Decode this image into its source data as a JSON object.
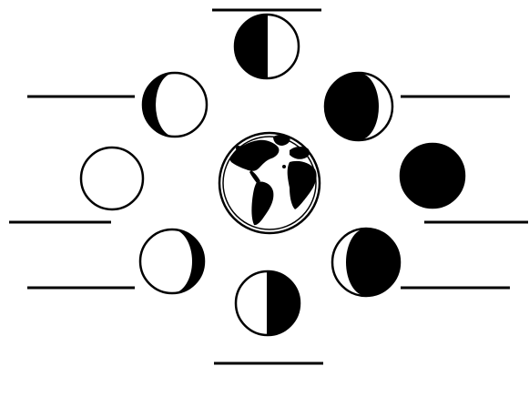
{
  "diagram": {
    "center": "earth",
    "ink_color": "#000000",
    "paper_color": "#ffffff",
    "answer_blanks": 8,
    "labels": [
      "",
      "",
      "",
      "",
      "",
      "",
      "",
      ""
    ],
    "phases": [
      {
        "id": "top",
        "lit_side": "right",
        "lit_fraction": 0.5
      },
      {
        "id": "upper-left",
        "lit_side": "right",
        "lit_fraction": 0.8
      },
      {
        "id": "upper-right",
        "lit_side": "right",
        "lit_fraction": 0.2
      },
      {
        "id": "left",
        "lit_side": "both",
        "lit_fraction": 1.0
      },
      {
        "id": "right",
        "lit_side": "none",
        "lit_fraction": 0.0
      },
      {
        "id": "lower-left",
        "lit_side": "left",
        "lit_fraction": 0.8
      },
      {
        "id": "lower-right",
        "lit_side": "left",
        "lit_fraction": 0.2
      },
      {
        "id": "bottom",
        "lit_side": "left",
        "lit_fraction": 0.5
      }
    ]
  }
}
